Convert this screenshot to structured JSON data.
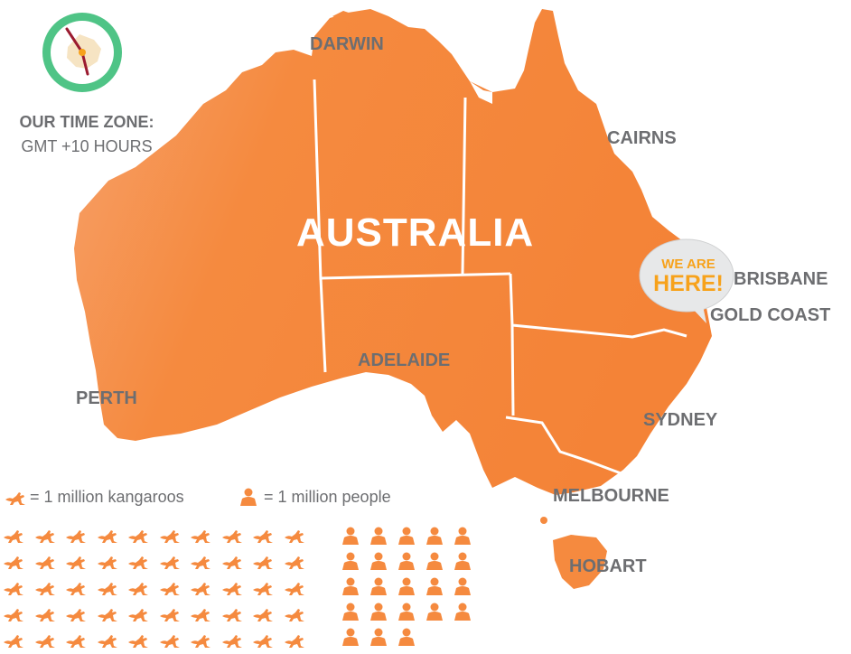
{
  "country": "AUSTRALIA",
  "time_zone": {
    "title": "OUR TIME ZONE:",
    "value": "GMT +10 HOURS"
  },
  "cities": {
    "darwin": "DARWIN",
    "cairns": "CAIRNS",
    "brisbane": "BRISBANE",
    "gold_coast": "GOLD COAST",
    "sydney": "SYDNEY",
    "melbourne": "MELBOURNE",
    "hobart": "HOBART",
    "adelaide": "ADELAIDE",
    "perth": "PERTH"
  },
  "marker": {
    "line1": "WE ARE",
    "line2": "HERE!"
  },
  "legend": {
    "kangaroo_label": "= 1 million kangaroos",
    "people_label": "= 1 million people"
  },
  "counts": {
    "kangaroos": 50,
    "people": 23
  },
  "icons": {
    "kangaroo": "kangaroo-icon",
    "person": "person-icon",
    "clock": "clock-icon"
  },
  "colors": {
    "map": "#f58a3f",
    "accent": "#f7a21b",
    "text": "#6d6e71",
    "clock_ring": "#4fc486",
    "clock_hand": "#9b1b30"
  }
}
